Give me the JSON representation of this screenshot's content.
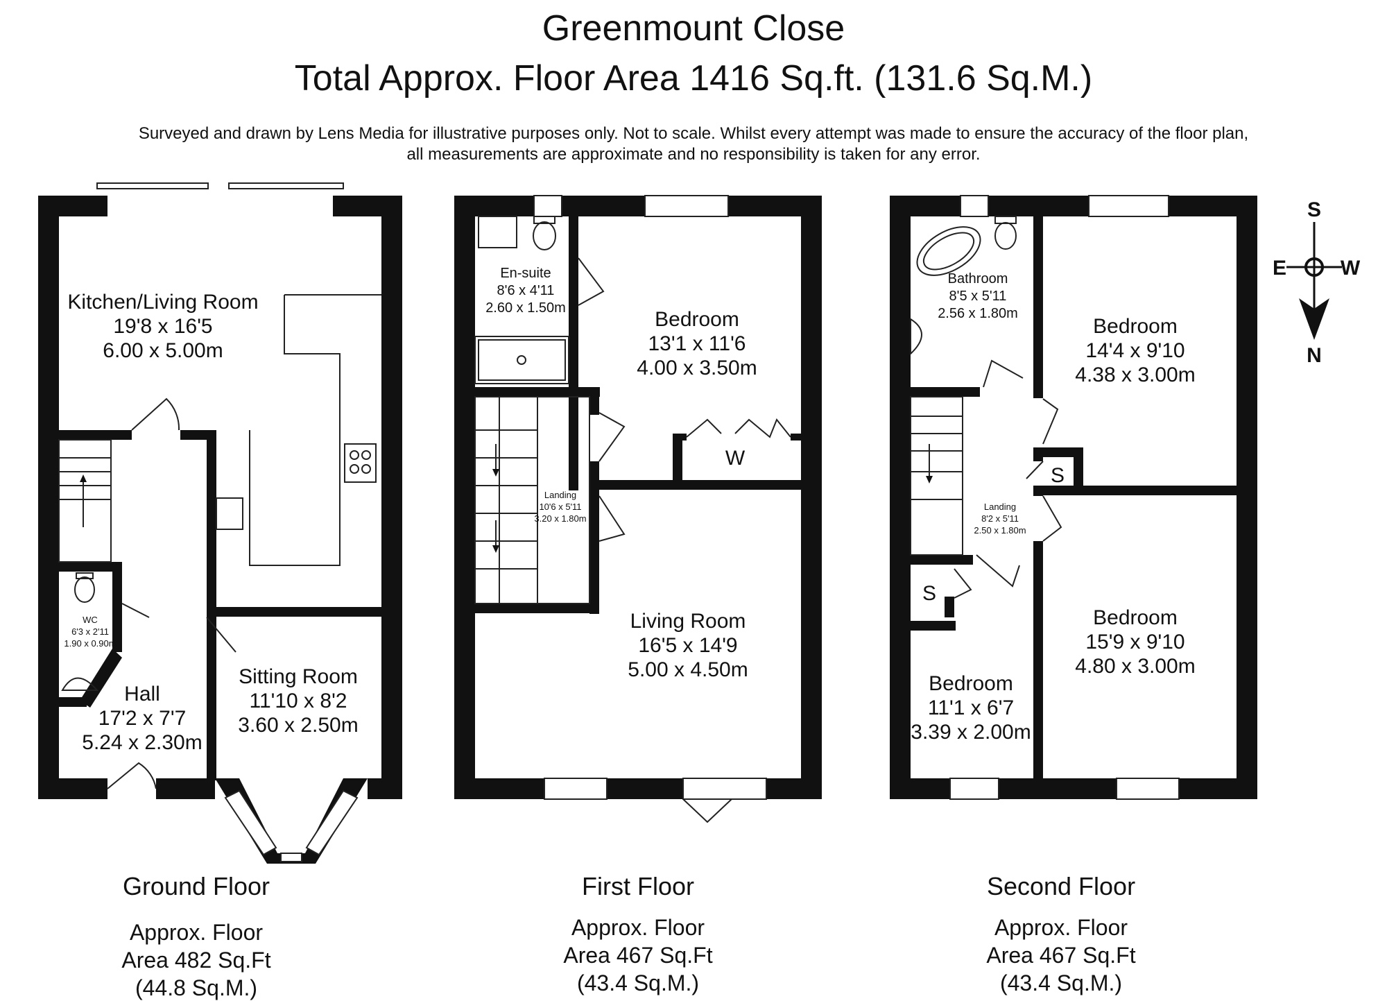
{
  "title": "Greenmount Close",
  "total_area": "Total Approx. Floor Area 1416 Sq.ft. (131.6 Sq.M.)",
  "disclaimer_line1": "Surveyed and drawn by Lens Media for illustrative purposes only. Not to scale. Whilst every attempt was made to ensure the accuracy of the floor plan,",
  "disclaimer_line2": "all measurements are approximate and no responsibility is taken for any error.",
  "compass": {
    "s": "S",
    "e": "E",
    "w": "W",
    "n": "N"
  },
  "ground": {
    "kitchen": {
      "name": "Kitchen/Living Room",
      "imperial": "19'8 x 16'5",
      "metric": "6.00 x 5.00m"
    },
    "wc": {
      "name": "WC",
      "imperial": "6'3 x 2'11",
      "metric": "1.90 x 0.90m"
    },
    "hall": {
      "name": "Hall",
      "imperial": "17'2 x 7'7",
      "metric": "5.24 x 2.30m"
    },
    "sitting": {
      "name": "Sitting Room",
      "imperial": "11'10 x 8'2",
      "metric": "3.60 x 2.50m"
    },
    "label": "Ground Floor",
    "area_line1": "Approx. Floor",
    "area_line2": "Area 482 Sq.Ft",
    "area_line3": "(44.8 Sq.M.)"
  },
  "first": {
    "ensuite": {
      "name": "En-suite",
      "imperial": "8'6 x 4'11",
      "metric": "2.60 x 1.50m"
    },
    "bedroom": {
      "name": "Bedroom",
      "imperial": "13'1 x 11'6",
      "metric": "4.00 x 3.50m"
    },
    "wardrobe": "W",
    "landing": {
      "name": "Landing",
      "imperial": "10'6 x 5'11",
      "metric": "3.20 x 1.80m"
    },
    "living": {
      "name": "Living Room",
      "imperial": "16'5 x 14'9",
      "metric": "5.00 x 4.50m"
    },
    "label": "First Floor",
    "area_line1": "Approx. Floor",
    "area_line2": "Area 467 Sq.Ft",
    "area_line3": "(43.4 Sq.M.)"
  },
  "second": {
    "bathroom": {
      "name": "Bathroom",
      "imperial": "8'5 x 5'11",
      "metric": "2.56 x 1.80m"
    },
    "bedroom1": {
      "name": "Bedroom",
      "imperial": "14'4 x 9'10",
      "metric": "4.38 x 3.00m"
    },
    "storage1": "S",
    "landing": {
      "name": "Landing",
      "imperial": "8'2 x 5'11",
      "metric": "2.50 x 1.80m"
    },
    "storage2": "S",
    "bedroom2": {
      "name": "Bedroom",
      "imperial": "15'9 x 9'10",
      "metric": "4.80 x 3.00m"
    },
    "bedroom3": {
      "name": "Bedroom",
      "imperial": "11'1 x 6'7",
      "metric": "3.39 x 2.00m"
    },
    "label": "Second Floor",
    "area_line1": "Approx. Floor",
    "area_line2": "Area 467 Sq.Ft",
    "area_line3": "(43.4 Sq.M.)"
  }
}
